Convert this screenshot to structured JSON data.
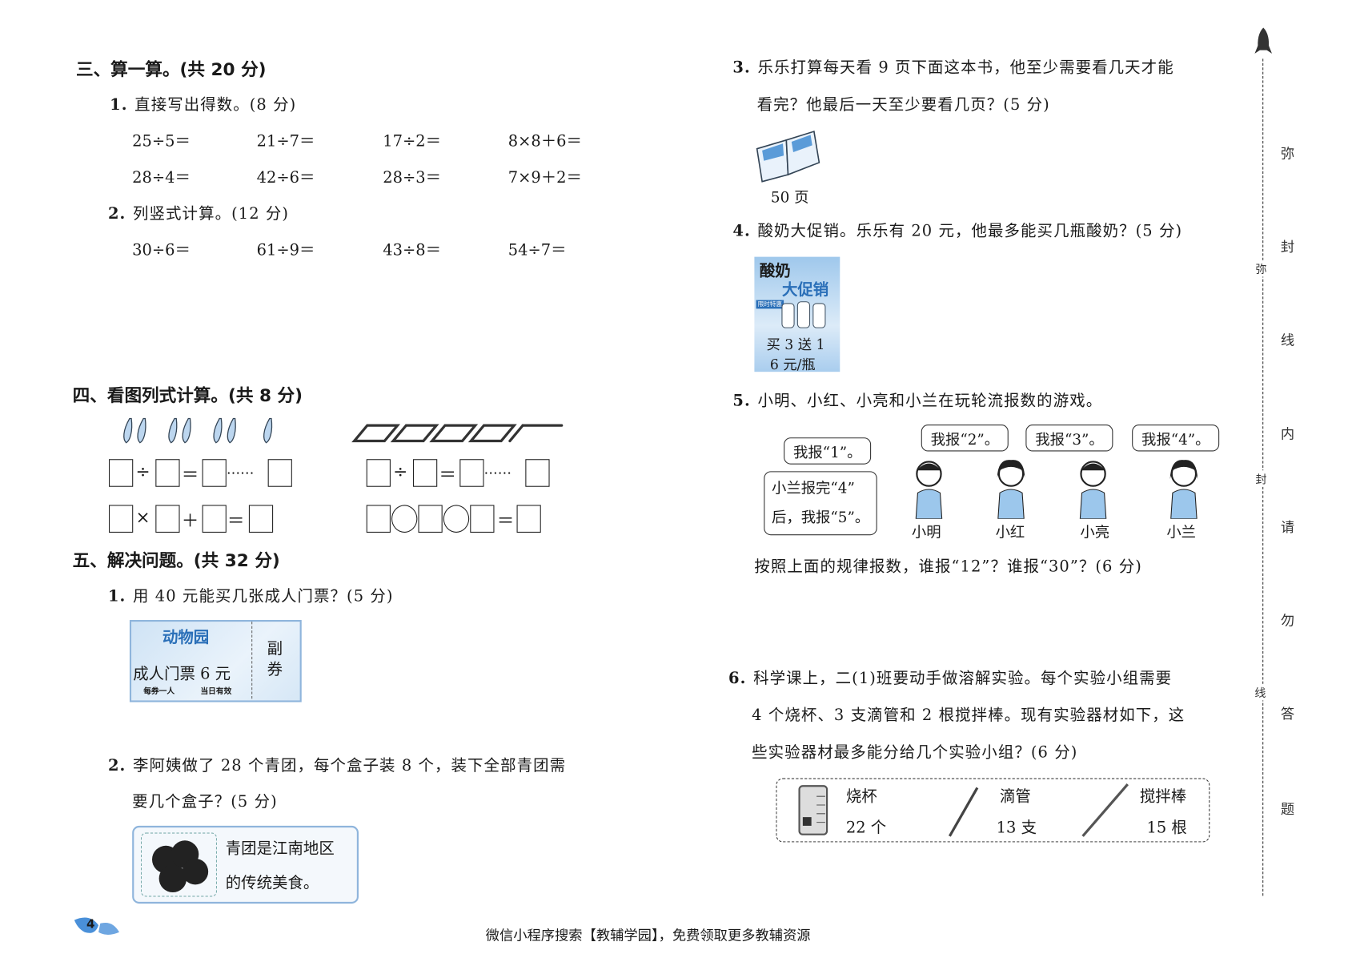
{
  "section3": {
    "title": "三、算一算。(共 20 分)",
    "q1": {
      "num": "1.",
      "text": "直接写出得数。(8 分)",
      "rows": [
        [
          "25÷5＝",
          "21÷7＝",
          "17÷2＝",
          "8×8＋6＝"
        ],
        [
          "28÷4＝",
          "42÷6＝",
          "28÷3＝",
          "7×9＋2＝"
        ]
      ]
    },
    "q2": {
      "num": "2.",
      "text": "列竖式计算。(12 分)",
      "row": [
        "30÷6＝",
        "61÷9＝",
        "43÷8＝",
        "54÷7＝"
      ]
    }
  },
  "section4": {
    "title": "四、看图列式计算。(共 8 分)",
    "ops": {
      "div": "÷",
      "eq": "＝",
      "dots": "……",
      "mul": "×",
      "plus": "＋"
    }
  },
  "section5": {
    "title": "五、解决问题。(共 32 分)",
    "p1": {
      "num": "1.",
      "text": "用 40 元能买几张成人门票？(5 分)",
      "ticket": {
        "name": "动物园",
        "price": "成人门票 6 元",
        "note1": "每券一人",
        "note2": "当日有效",
        "stub": "副券"
      }
    },
    "p2": {
      "num": "2.",
      "line1": "李阿姨做了 28 个青团，每个盒子装 8 个，装下全部青团需",
      "line2": "要几个盒子？(5 分)",
      "card": {
        "line1": "青团是江南地区",
        "line2": "的传统美食。"
      }
    },
    "p3": {
      "num": "3.",
      "line1": "乐乐打算每天看 9 页下面这本书，他至少需要看几天才能",
      "line2": "看完？他最后一天至少要看几页？(5 分)",
      "book_label": "50 页"
    },
    "p4": {
      "num": "4.",
      "text": "酸奶大促销。乐乐有 20 元，他最多能买几瓶酸奶？(5 分)",
      "poster": {
        "title1": "酸奶",
        "title2": "大促销",
        "badge": "限时特惠",
        "offer": "买 3 送 1",
        "price": "6 元/瓶"
      }
    },
    "p5": {
      "num": "5.",
      "text": "小明、小红、小亮和小兰在玩轮流报数的游戏。",
      "bubbles": [
        "我报“1”。",
        "我报“2”。",
        "我报“3”。",
        "我报“4”。"
      ],
      "bubble_long": {
        "line1": "小兰报完“4”",
        "line2": "后，我报“5”。"
      },
      "kids": [
        "小明",
        "小红",
        "小亮",
        "小兰"
      ],
      "question": "按照上面的规律报数，谁报“12”？谁报“30”？(6 分)"
    },
    "p6": {
      "num": "6.",
      "line1": "科学课上，二(1)班要动手做溶解实验。每个实验小组需要",
      "line2": "4 个烧杯、3 支滴管和 2 根搅拌棒。现有实验器材如下，这",
      "line3": "些实验器材最多能分给几个实验小组？(6 分)",
      "items": [
        {
          "name": "烧杯",
          "qty": "22 个"
        },
        {
          "name": "滴管",
          "qty": "13 支"
        },
        {
          "name": "搅拌棒",
          "qty": "15 根"
        }
      ]
    }
  },
  "margin": {
    "line_labels": [
      "弥",
      "封",
      "线"
    ],
    "column": [
      "弥",
      "封",
      "线",
      "内",
      "请",
      "勿",
      "答",
      "题"
    ]
  },
  "page_number": "4",
  "footer": "微信小程序搜索【教辅学园】，免费领取更多教辅资源",
  "colors": {
    "accent_blue": "#4a90d9",
    "light_blue": "#cfe3f5"
  }
}
